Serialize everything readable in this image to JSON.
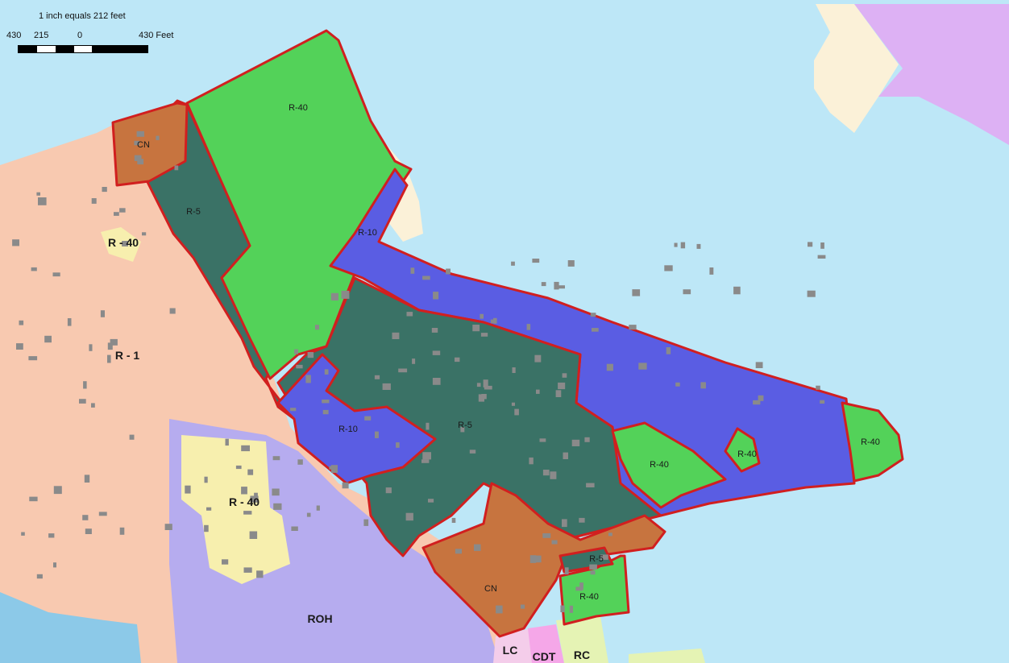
{
  "colors": {
    "water": "#bde7f7",
    "r1": "#f8c9b0",
    "r40_resid": "#f7efae",
    "roh": "#b6acef",
    "cn": "#c7743f",
    "r5": "#3a7266",
    "r10": "#5a5de3",
    "r40_green": "#53d259",
    "sand": "#fbf1d8",
    "violet": "#ddb1f4",
    "lc": "#f4cdea",
    "cdt": "#f5a7e8",
    "rc": "#e5f3b4",
    "sea_blue": "#8cc9e8",
    "boundary": "#d11f1f",
    "building": "#8a8a8a"
  },
  "scale": {
    "title": "1 inch equals 212 feet",
    "ticks": [
      "430",
      "215",
      "0",
      "430 Feet"
    ]
  },
  "zones": {
    "cn_north": "CN",
    "r40_north": "R-40",
    "r5_west": "R-5",
    "r10_north": "R-10",
    "r40_residential": "R - 40",
    "r1": "R - 1",
    "r10_south": "R-10",
    "r5_central": "R-5",
    "r40_east_a": "R-40",
    "r40_east_b": "R-40",
    "r40_east_c": "R-40",
    "r40_lower_res": "R - 40",
    "roh": "ROH",
    "cn_south": "CN",
    "r5_small": "R-5",
    "r40_south": "R-40",
    "lc": "LC",
    "cdt": "CDT",
    "rc": "RC"
  }
}
